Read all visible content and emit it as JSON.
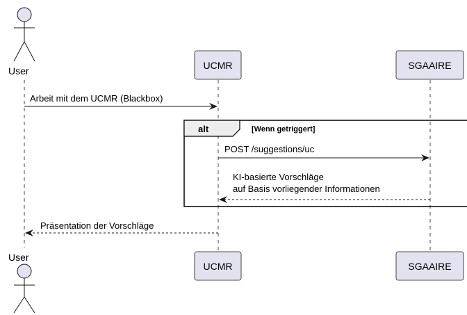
{
  "participants": {
    "user": {
      "label": "User"
    },
    "ucmr": {
      "label": "UCMR"
    },
    "sgaaire": {
      "label": "SGAAIRE"
    }
  },
  "messages": [
    {
      "label": "Arbeit mit dem UCMR (Blackbox)"
    },
    {
      "label": "POST /suggestions/uc"
    },
    {
      "label_line1": "KI-basierte Vorschläge",
      "label_line2": "auf Basis vorliegender Informationen"
    },
    {
      "label": "Präsentation der Vorschläge"
    }
  ],
  "fragment": {
    "operator": "alt",
    "guard": "[Wenn getriggert]"
  },
  "colors": {
    "participant_fill": "#e2e2f0",
    "participant_stroke": "#181818",
    "lifeline": "#181818",
    "fragment_header_fill": "#eeeeee",
    "text": "#000000"
  }
}
